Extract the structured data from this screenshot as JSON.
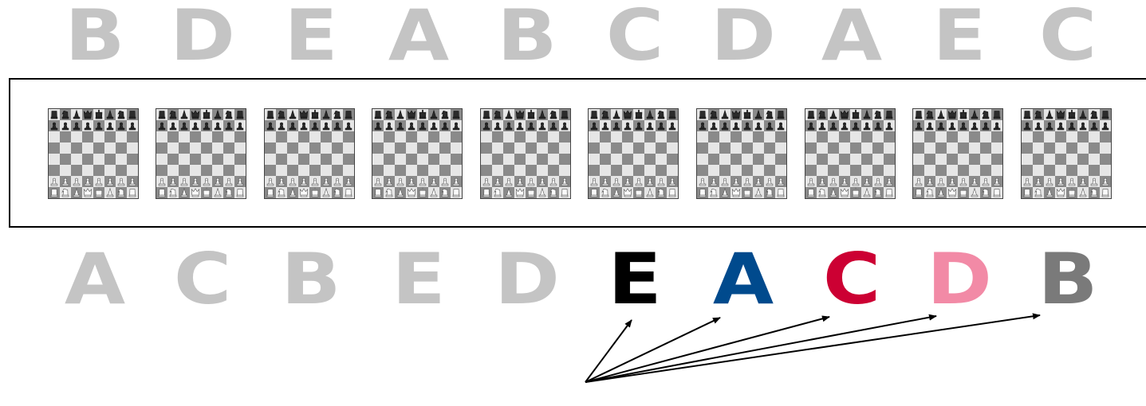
{
  "top_letters": [
    {
      "text": "B",
      "color": "#c4c4c4"
    },
    {
      "text": "D",
      "color": "#c4c4c4"
    },
    {
      "text": "E",
      "color": "#c4c4c4"
    },
    {
      "text": "A",
      "color": "#c4c4c4"
    },
    {
      "text": "B",
      "color": "#c4c4c4"
    },
    {
      "text": "C",
      "color": "#c4c4c4"
    },
    {
      "text": "D",
      "color": "#c4c4c4"
    },
    {
      "text": "A",
      "color": "#c4c4c4"
    },
    {
      "text": "E",
      "color": "#c4c4c4"
    },
    {
      "text": "C",
      "color": "#c4c4c4"
    }
  ],
  "bottom_letters": [
    {
      "text": "A",
      "color": "#c4c4c4"
    },
    {
      "text": "C",
      "color": "#c4c4c4"
    },
    {
      "text": "B",
      "color": "#c4c4c4"
    },
    {
      "text": "E",
      "color": "#c4c4c4"
    },
    {
      "text": "D",
      "color": "#c4c4c4"
    },
    {
      "text": "E",
      "color": "#000000"
    },
    {
      "text": "A",
      "color": "#004a8d"
    },
    {
      "text": "C",
      "color": "#cc0033"
    },
    {
      "text": "D",
      "color": "#f28aa6"
    },
    {
      "text": "B",
      "color": "#7a7a7a"
    }
  ],
  "board_count": 10,
  "board_colors": {
    "light": "#e6e6e6",
    "dark": "#8a8a8a",
    "black_piece": "#2b2b2b",
    "white_piece": "#fafafa"
  },
  "arrow_color": "#000000"
}
